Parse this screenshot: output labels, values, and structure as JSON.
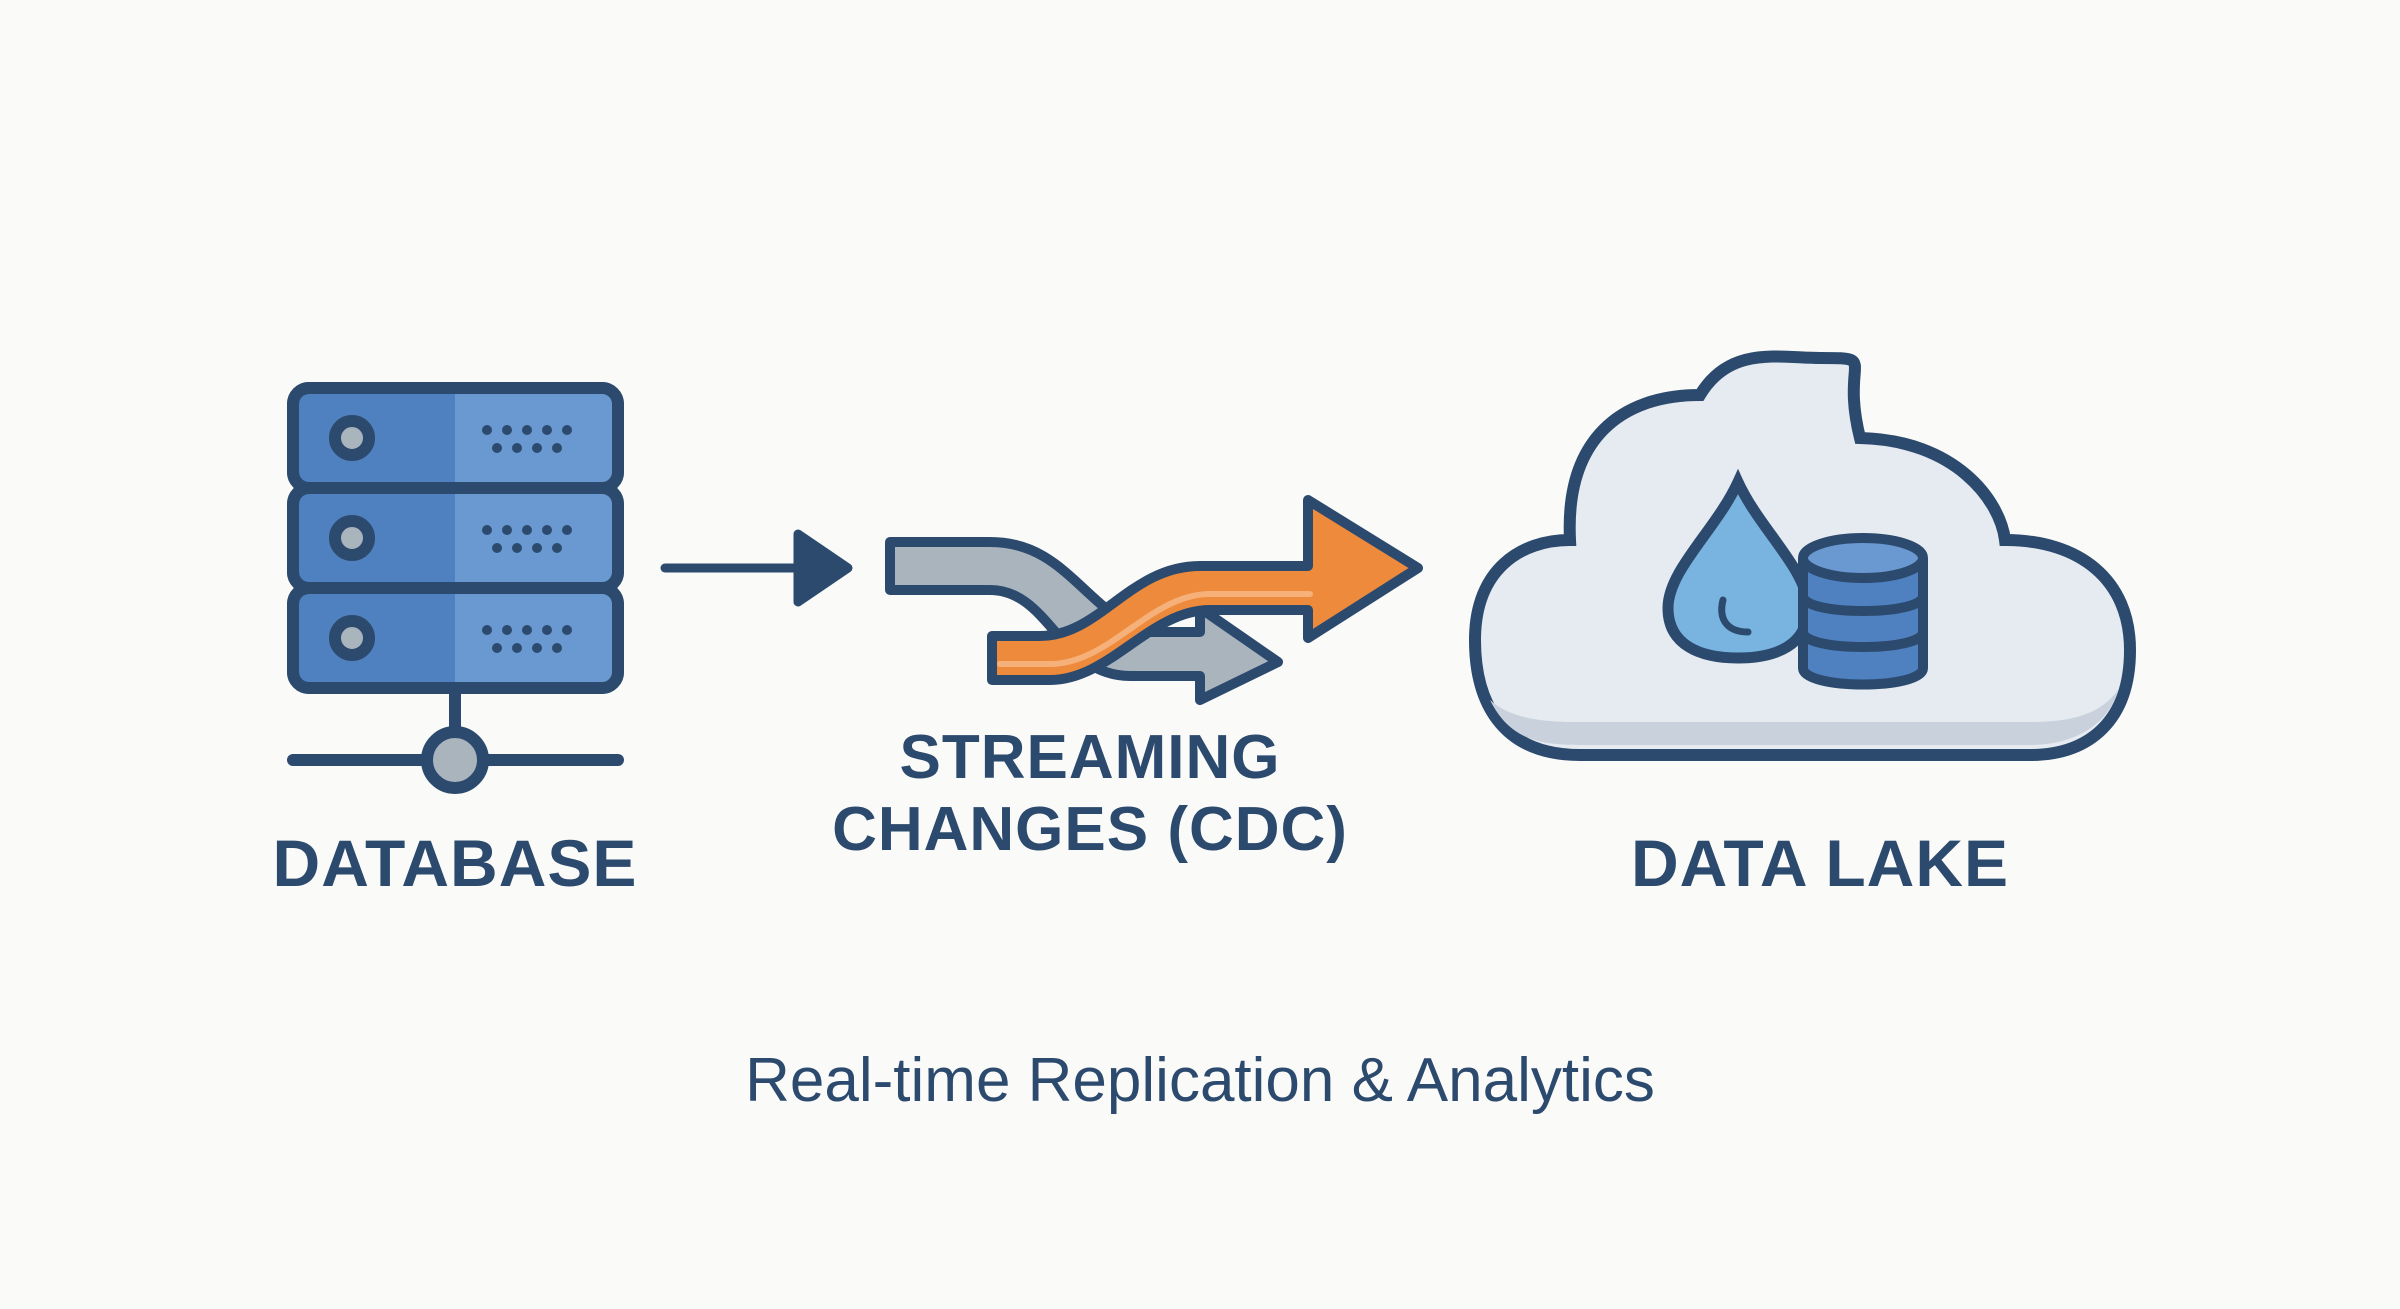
{
  "nodes": {
    "source": {
      "label": "DATABASE",
      "icon": "database-server-icon"
    },
    "stream": {
      "label_line1": "STREAMING",
      "label_line2": "CHANGES (CDC)",
      "icon": "streaming-arrows-icon"
    },
    "target": {
      "label": "DATA LAKE",
      "icon": "cloud-data-lake-icon"
    }
  },
  "caption": "Real-time Replication & Analytics",
  "colors": {
    "outline": "#2c4a6e",
    "primary_blue": "#4f80bf",
    "light_blue": "#6a98d0",
    "orange": "#ee8a3c",
    "gray_arrow": "#a9b4bd",
    "cloud_fill": "#e6ebf1",
    "water": "#79b3df",
    "background": "#fafaf8"
  }
}
